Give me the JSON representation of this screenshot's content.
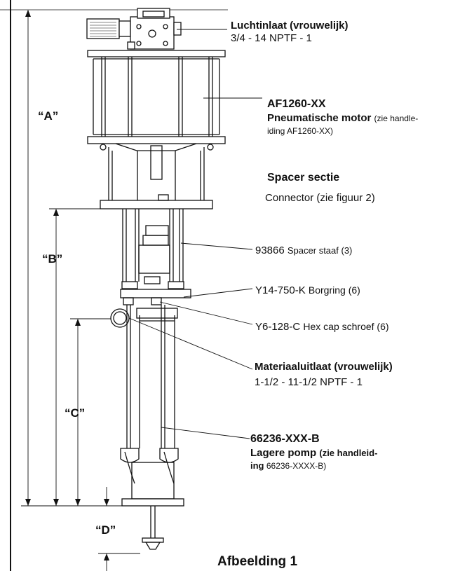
{
  "labels": {
    "air_inlet": {
      "title": "Luchtinlaat (vrouwelijk)",
      "spec": "3/4 - 14 NPTF - 1"
    },
    "motor": {
      "part": "AF1260-XX",
      "title": "Pneumatische motor",
      "note1": "(zie handle-",
      "note2": "iding AF1260-XX)"
    },
    "spacer_section": {
      "title": "Spacer sectie",
      "connector": "Connector (zie figuur 2)"
    },
    "spacer_rod": {
      "part": "93866",
      "desc": "Spacer staaf (3)"
    },
    "lock_ring": {
      "part": "Y14-750-K",
      "desc": "Borgring (6)"
    },
    "hex_cap": {
      "part": "Y6-128-C",
      "desc": "Hex cap schroef (6)"
    },
    "material_outlet": {
      "title": "Materiaaluitlaat (vrouwelijk)",
      "spec": "1-1/2 - 11-1/2 NPTF - 1"
    },
    "lower_pump": {
      "part": "66236-XXX-B",
      "title": "Lagere pomp",
      "note1": "(zie handleid-",
      "note2_bold": "ing",
      "note2": "66236-XXXX-B)"
    }
  },
  "dimensions": {
    "a": "“A”",
    "b": "“B”",
    "c": "“C”",
    "d": "“D”"
  },
  "caption": "Afbeelding 1"
}
